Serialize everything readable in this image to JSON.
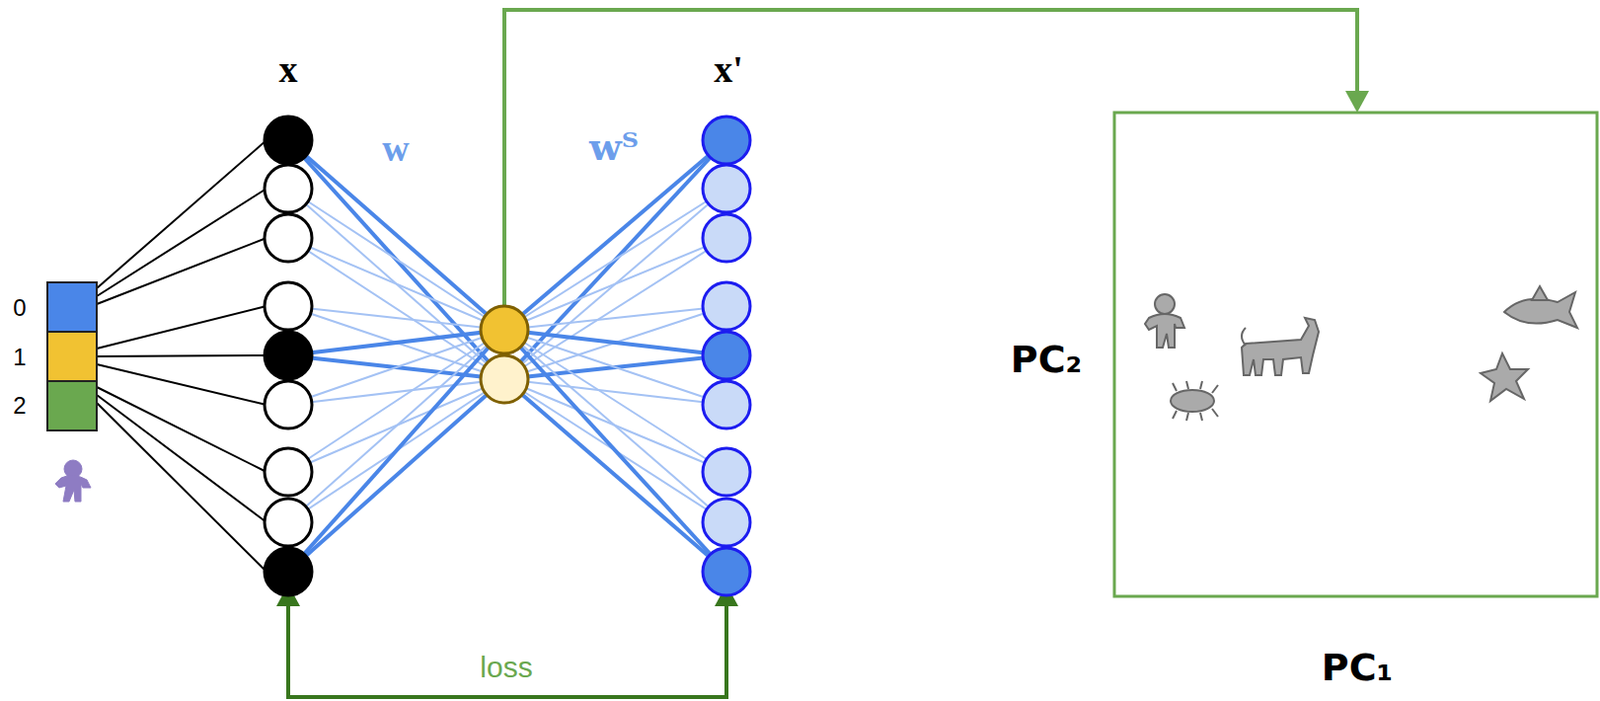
{
  "diagram": {
    "labels": [
      "x",
      "w",
      "wᵀ",
      "x'",
      "0",
      "1",
      "2",
      "PC₂",
      "PC₁",
      "loss"
    ]
  }
}
